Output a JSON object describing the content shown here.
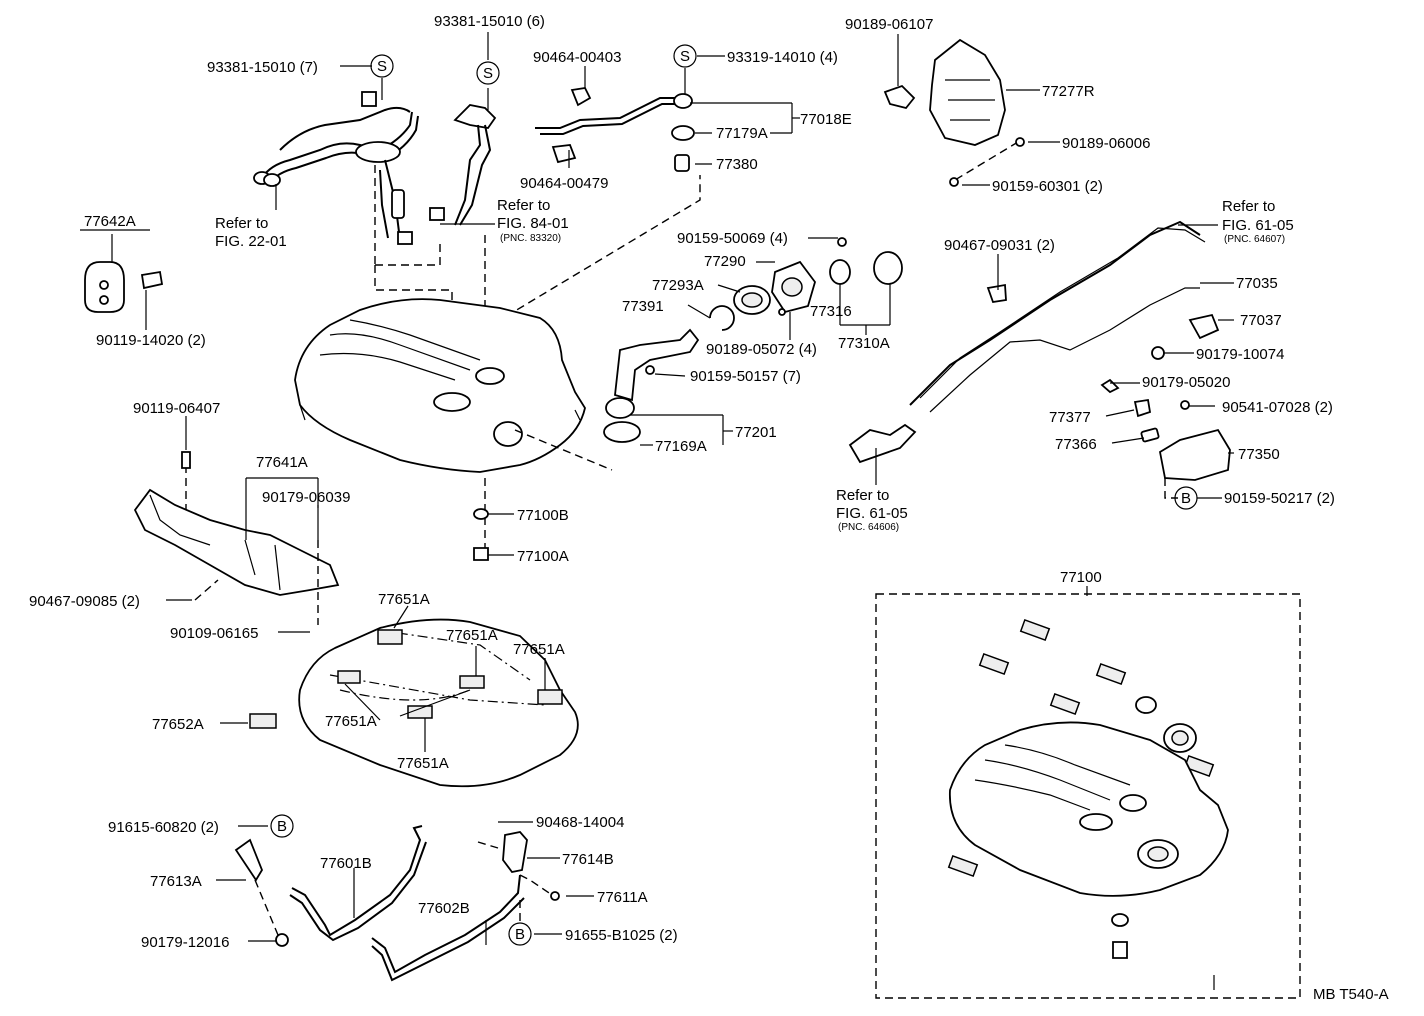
{
  "diagram": {
    "figure_code": "MB T540-A",
    "callout_letters": {
      "s": "S",
      "b": "B"
    },
    "labels": {
      "p93381_15010_7": "93381-15010 (7)",
      "p93381_15010_6": "93381-15010 (6)",
      "p90464_00403": "90464-00403",
      "p93319_14010_4": "93319-14010 (4)",
      "p77179A": "77179A",
      "p77018E": "77018E",
      "p90464_00479": "90464-00479",
      "p77380": "77380",
      "p90189_06107": "90189-06107",
      "p77277R": "77277R",
      "p90189_06006": "90189-06006",
      "p90159_60301_2": "90159-60301 (2)",
      "ref_to_1": "Refer to",
      "fig_22_01": "FIG. 22-01",
      "ref_to_2": "Refer to",
      "fig_84_01": "FIG. 84-01",
      "pnc_83320": "(PNC. 83320)",
      "p77642A": "77642A",
      "p90119_14020_2": "90119-14020 (2)",
      "p90159_50069_4": "90159-50069 (4)",
      "p77290": "77290",
      "p77293A": "77293A",
      "p77391": "77391",
      "p77316": "77316",
      "p90189_05072_4": "90189-05072 (4)",
      "p77310A": "77310A",
      "p90159_50157_7": "90159-50157 (7)",
      "p77201": "77201",
      "p77169A": "77169A",
      "ref_to_3": "Refer to",
      "fig_61_05_a": "FIG. 61-05",
      "pnc_64607": "(PNC. 64607)",
      "p90467_09031_2": "90467-09031 (2)",
      "p77035": "77035",
      "p77037": "77037",
      "p90179_10074": "90179-10074",
      "p90179_05020": "90179-05020",
      "p77377": "77377",
      "p90541_07028_2": "90541-07028 (2)",
      "p77366": "77366",
      "p77350": "77350",
      "p90159_50217_2": "90159-50217 (2)",
      "ref_to_4": "Refer to",
      "fig_61_05_b": "FIG. 61-05",
      "pnc_64606": "(PNC. 64606)",
      "p90119_06407": "90119-06407",
      "p77641A": "77641A",
      "p90179_06039": "90179-06039",
      "p90467_09085_2": "90467-09085 (2)",
      "p90109_06165": "90109-06165",
      "p77100B": "77100B",
      "p77100A": "77100A",
      "p77100": "77100",
      "p77651A_1": "77651A",
      "p77651A_2": "77651A",
      "p77651A_3": "77651A",
      "p77651A_4": "77651A",
      "p77651A_5": "77651A",
      "p77652A": "77652A",
      "p91615_60820_2": "91615-60820 (2)",
      "p77613A": "77613A",
      "p77601B": "77601B",
      "p90179_12016": "90179-12016",
      "p90468_14004": "90468-14004",
      "p77614B": "77614B",
      "p77611A": "77611A",
      "p77602B": "77602B",
      "p91655_B1025_2": "91655-B1025 (2)"
    }
  }
}
